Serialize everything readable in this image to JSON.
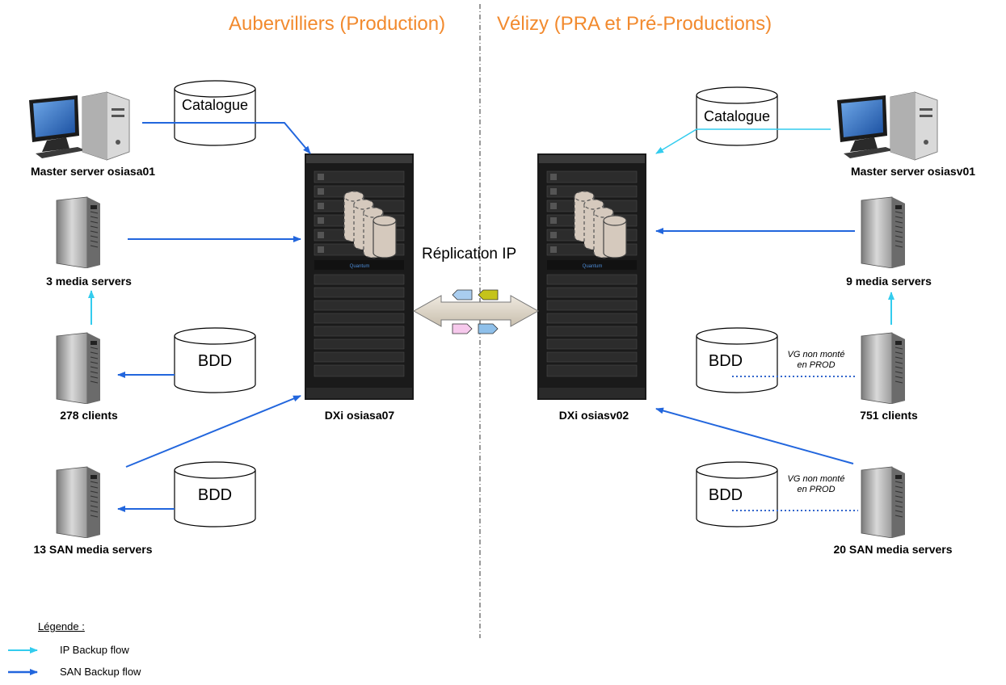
{
  "sites": {
    "left_title": "Aubervilliers (Production)",
    "right_title": "Vélizy (PRA et Pré-Productions)"
  },
  "left": {
    "catalogue": "Catalogue",
    "master": "Master server osiasa01",
    "media": "3 media servers",
    "clients": "278 clients",
    "san": "13 SAN media servers",
    "bdd_clients": "BDD",
    "bdd_san": "BDD",
    "dxi": "DXi osiasa07"
  },
  "right": {
    "catalogue": "Catalogue",
    "master": "Master server osiasv01",
    "media": "9 media servers",
    "clients": "751 clients",
    "san": "20 SAN media servers",
    "bdd_clients": "BDD",
    "bdd_san": "BDD",
    "note_clients": [
      "VG non monté",
      "en PROD"
    ],
    "note_san": [
      "VG non monté",
      "en PROD"
    ],
    "dxi": "DXi osiasv02"
  },
  "replication": "Réplication IP",
  "legend": {
    "title": "Légende :",
    "ip": "IP Backup flow",
    "san": "SAN Backup flow"
  },
  "colors": {
    "title": "#f28a2e",
    "ip_flow": "#33ccee",
    "san_flow": "#2266dd",
    "dotted": "#3366cc"
  }
}
